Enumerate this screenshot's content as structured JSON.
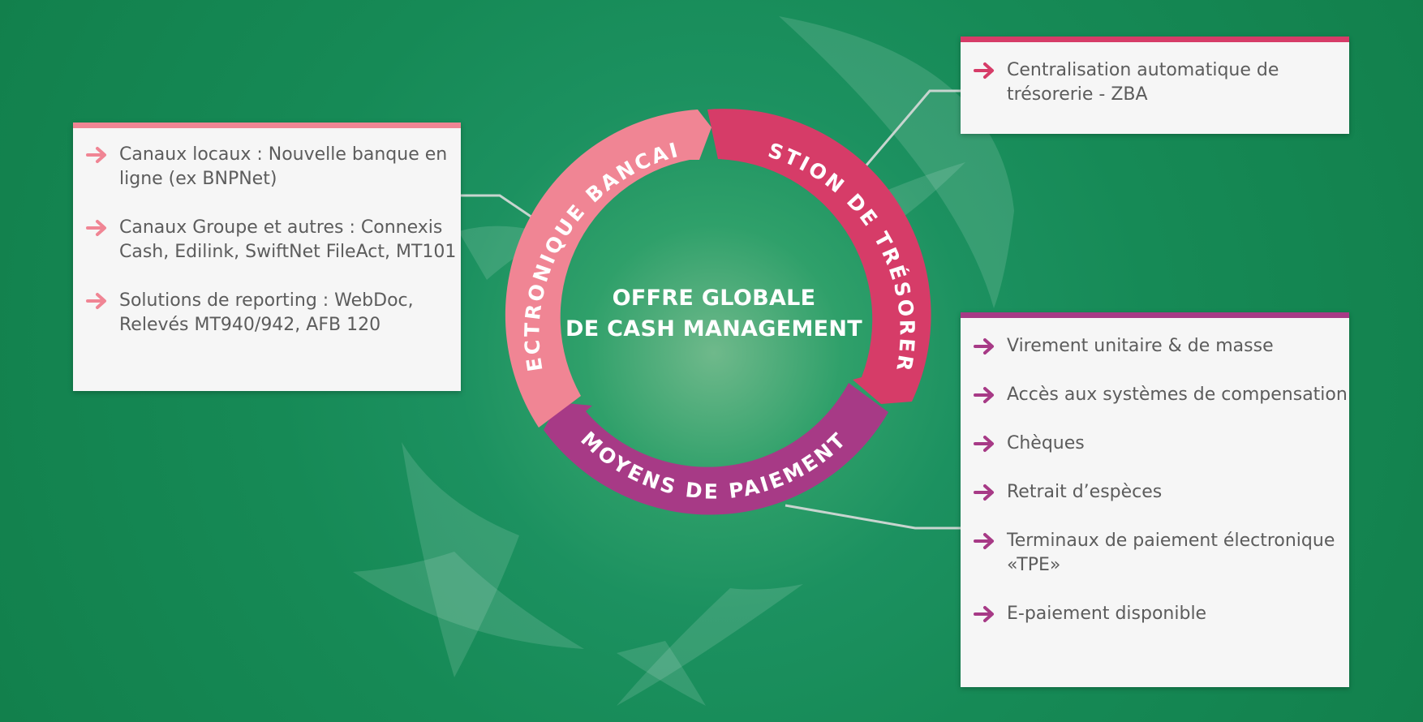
{
  "center": {
    "line1": "OFFRE GLOBALE",
    "line2": "DE CASH MANAGEMENT"
  },
  "ring": {
    "segment_left": "ÉLECTRONIQUE BANCAIRE",
    "segment_right": "GESTION DE TRÉSORERIE",
    "segment_bottom": "MOYENS DE PAIEMENT"
  },
  "cards": {
    "left": {
      "items": [
        "Canaux locaux : Nouvelle banque en ligne (ex BNPNet)",
        "Canaux Groupe et autres : Connexis Cash, Edilink, SwiftNet FileAct, MT101",
        "Solutions de reporting : WebDoc, Relevés MT940/942, AFB 120"
      ]
    },
    "top_right": {
      "items": [
        "Centralisation automatique de trésorerie - ZBA"
      ]
    },
    "bottom_right": {
      "items": [
        "Virement unitaire & de masse",
        "Accès aux systèmes de compensation",
        "Chèques",
        "Retrait d’espèces",
        "Terminaux de paiement électronique «TPE»",
        "E-paiement disponible"
      ]
    }
  },
  "colors": {
    "pink": "#f08594",
    "crimson": "#d63c68",
    "purple": "#a73a86",
    "card_bg": "#f6f6f6",
    "text": "#5c5c5c",
    "connector": "#c7d5cf"
  }
}
